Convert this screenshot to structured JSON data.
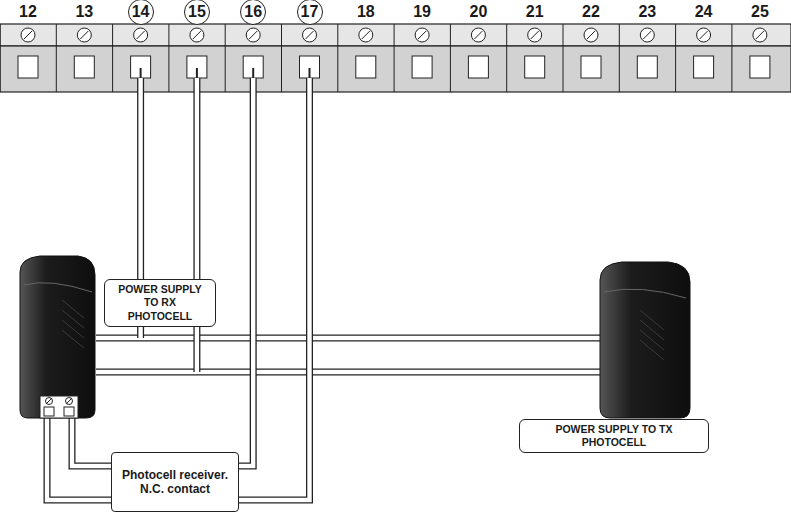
{
  "diagram": {
    "nodes": [
      {
        "text": [
          "14"
        ]
      },
      {
        "text": [
          "15"
        ]
      },
      {
        "text": [
          "16"
        ]
      },
      {
        "text": [
          "17"
        ]
      },
      {
        "text": [
          "POWER SUPPLY TO RX PHOTOCELL"
        ]
      },
      {
        "text": [
          "POWER SUPPLY TO TX PHOTOCELL"
        ]
      },
      {
        "text": [
          "Photocell receiver. N.C. contact"
        ]
      }
    ],
    "labels": [
      "12",
      "13",
      "18",
      "19",
      "20",
      "21",
      "22",
      "23",
      "24",
      "25"
    ]
  }
}
